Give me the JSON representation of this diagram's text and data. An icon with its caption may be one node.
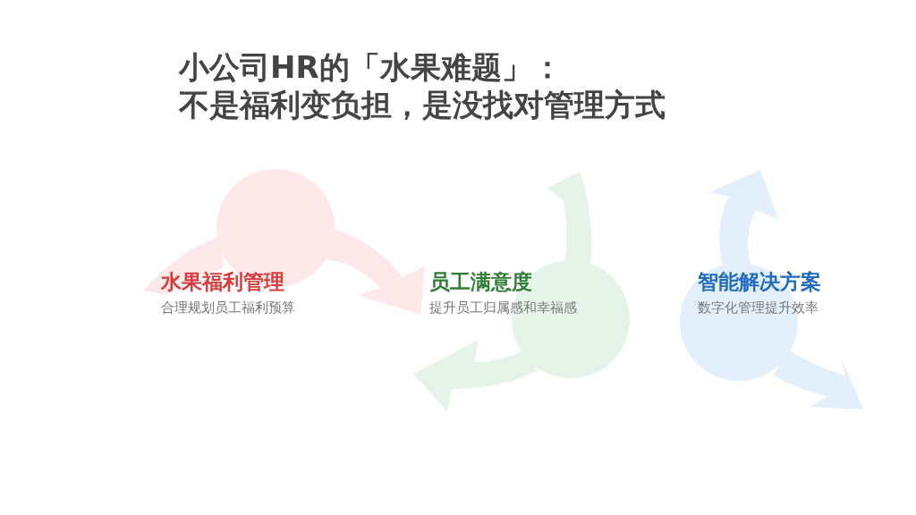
{
  "diagram": {
    "title": "小公司HR的「水果难题」：不是福利变负担，是没找对管理方式",
    "nodes": [
      {
        "text": [
          "水果福利管理",
          "合理规划员工福利预算"
        ]
      },
      {
        "text": [
          "员工满意度",
          "提升员工归属感和幸福感"
        ]
      },
      {
        "text": [
          "智能解决方案",
          "数字化管理提升效率"
        ]
      }
    ],
    "edges": []
  }
}
